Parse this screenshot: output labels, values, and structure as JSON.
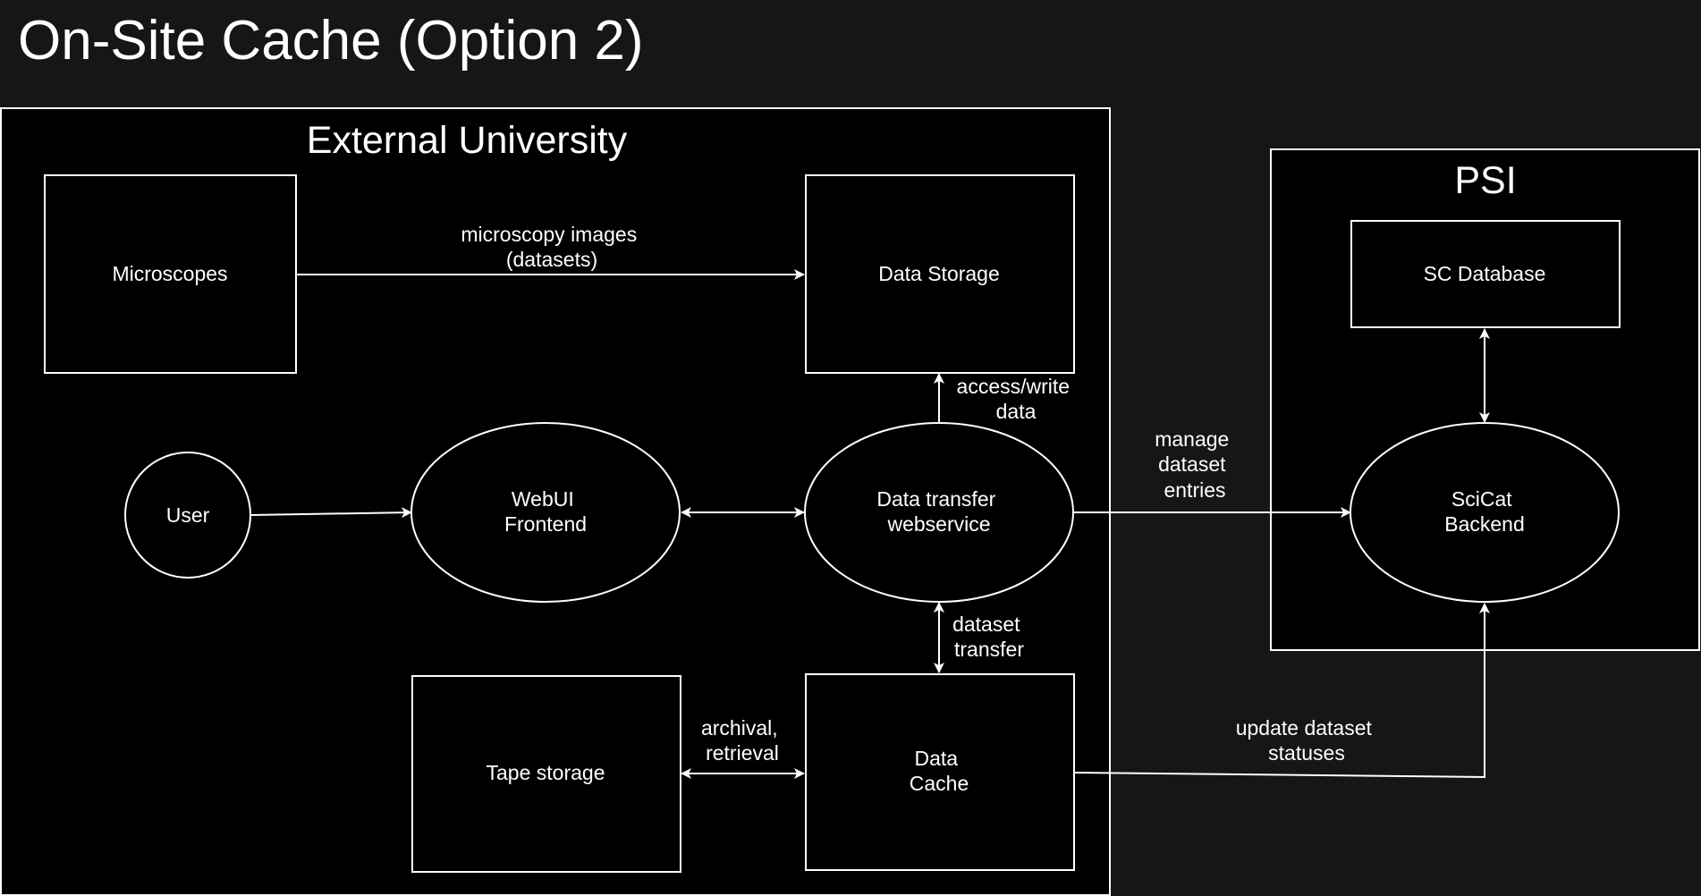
{
  "title": "On-Site Cache (Option 2)",
  "groups": {
    "external_university": {
      "label": "External University"
    },
    "psi": {
      "label": "PSI"
    }
  },
  "nodes": {
    "microscopes": {
      "label": "Microscopes"
    },
    "data_storage": {
      "label": "Data Storage"
    },
    "user": {
      "label": "User"
    },
    "webui_frontend": {
      "line1": "WebUI",
      "line2": "Frontend"
    },
    "data_transfer_webservice": {
      "line1": "Data transfer",
      "line2": "webservice"
    },
    "tape_storage": {
      "label": "Tape storage"
    },
    "data_cache": {
      "line1": "Data",
      "line2": "Cache"
    },
    "sc_database": {
      "label": "SC Database"
    },
    "scicat_backend": {
      "line1": "SciCat",
      "line2": "Backend"
    }
  },
  "edges": {
    "microscopy_images": {
      "line1": "microscopy images",
      "line2": "(datasets)"
    },
    "access_write": {
      "line1": "access/write",
      "line2": "data"
    },
    "dataset_transfer": {
      "line1": "dataset",
      "line2": "transfer"
    },
    "archival_retrieval": {
      "line1": "archival,",
      "line2": "retrieval"
    },
    "manage_entries": {
      "line1": "manage",
      "line2": "dataset",
      "line3": "entries"
    },
    "update_statuses": {
      "line1": "update dataset",
      "line2": "statuses"
    }
  }
}
